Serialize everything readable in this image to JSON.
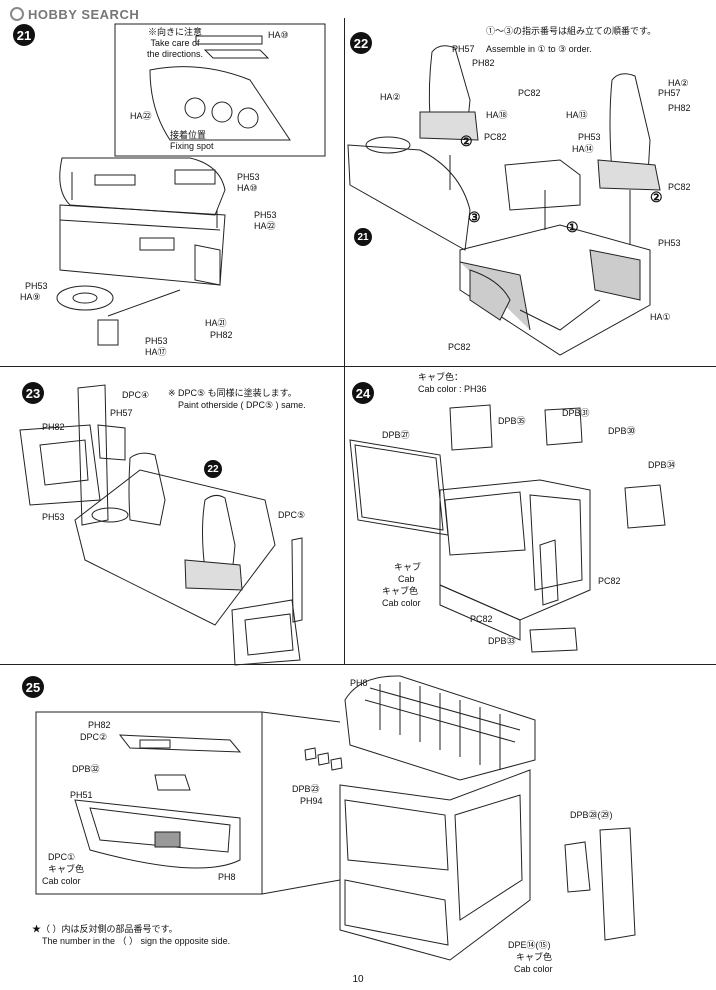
{
  "header": {
    "site": "HOBBY SEARCH"
  },
  "page_number": "10",
  "step21": {
    "num": "21",
    "note_jp": "※向きに注意",
    "note_en1": "Take care of",
    "note_en2": "the directions.",
    "fix_jp": "接着位置",
    "fix_en": "Fixing spot",
    "parts": {
      "ha10a": "HA⑩",
      "ha22a": "HA㉒",
      "ph53a": "PH53",
      "ha10b": "HA⑩",
      "ph53b": "PH53",
      "ha22b": "HA㉒",
      "ph53c": "PH53",
      "ha9": "HA⑨",
      "ph53d": "PH53",
      "ha17": "HA⑰",
      "ha21": "HA㉑",
      "ph82": "PH82"
    }
  },
  "step22": {
    "num": "22",
    "order_jp": "①～③の指示番号は組み立ての順番です。",
    "order_en": "Assemble in ① to ③ order.",
    "parts": {
      "ph57a": "PH57",
      "ph82a": "PH82",
      "ha2a": "HA②",
      "ha18": "HA⑱",
      "pc82a": "PC82",
      "ha13": "HA⑬",
      "pc82b": "PC82",
      "ph53a": "PH53",
      "ha14": "HA⑭",
      "ha2b": "HA②",
      "ph57b": "PH57",
      "ph82b": "PH82",
      "pc82c": "PC82",
      "ph53b": "PH53",
      "ha1": "HA①",
      "pc82d": "PC82",
      "sub21": "21"
    },
    "order_marks": {
      "one": "①",
      "two": "②",
      "three": "③",
      "two_b": "②"
    }
  },
  "step23": {
    "num": "23",
    "dpc4": "DPC④",
    "note_jp": "※ DPC⑤ も同様に塗装します。",
    "note_en": "Paint otherside ( DPC⑤ ) same.",
    "ph57": "PH57",
    "ph82": "PH82",
    "ph53": "PH53",
    "sub22": "22",
    "dpc5": "DPC⑤"
  },
  "step24": {
    "num": "24",
    "cab_color_jp": "キャブ色：",
    "cab_color_en": "Cab color : PH36",
    "dpb35": "DPB㉟",
    "dpb31": "DPB㉛",
    "dpb27": "DPB㉗",
    "dpb30": "DPB㉚",
    "dpb34": "DPB㉞",
    "cab_jp": "キャブ",
    "cab_en": "Cab",
    "cab_color2_jp": "キャブ色",
    "cab_color2_en": "Cab color",
    "pc82a": "PC82",
    "pc82b": "PC82",
    "dpb33": "DPB㉝"
  },
  "step25": {
    "num": "25",
    "ph8a": "PH8",
    "ph82": "PH82",
    "dpc2": "DPC②",
    "dpb32": "DPB㉜",
    "ph51": "PH51",
    "dpb23": "DPB㉓",
    "ph94": "PH94",
    "dpc1": "DPC①",
    "cab_jp": "キャブ色",
    "cab_en": "Cab color",
    "ph8b": "PH8",
    "dpb28": "DPB㉘(㉙)",
    "dpe14": "DPE⑭(⑮)",
    "cab_jp2": "キャブ色",
    "cab_en2": "Cab color",
    "foot_jp": "★（ ）内は反対側の部品番号です。",
    "foot_en": "The number in the （ ） sign the opposite side."
  }
}
